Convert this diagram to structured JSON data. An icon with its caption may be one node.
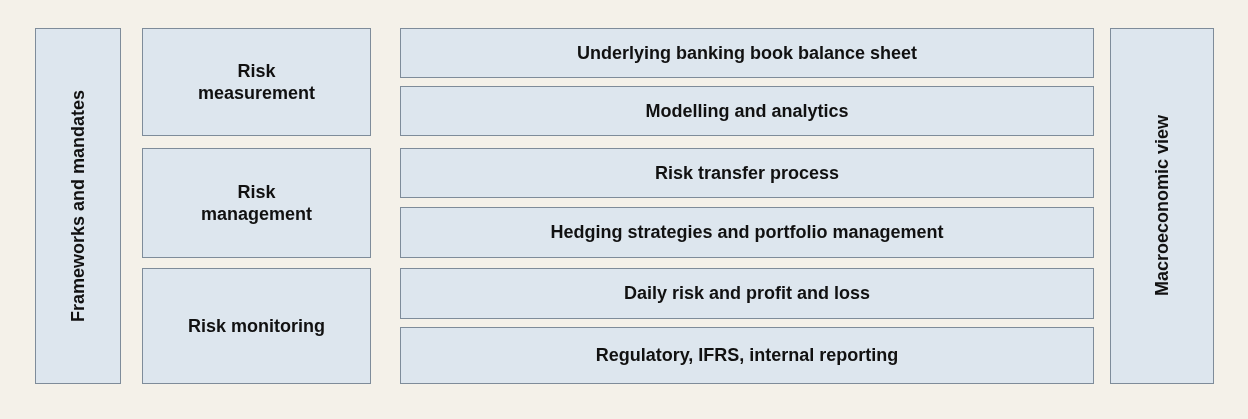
{
  "diagram": {
    "nodes": [
      {
        "text": [
          "Frameworks and mandates"
        ]
      },
      {
        "text": [
          "Risk measurement"
        ]
      },
      {
        "text": [
          "Underlying banking book balance sheet"
        ]
      },
      {
        "text": [
          "Modelling and analytics"
        ]
      },
      {
        "text": [
          "Risk management"
        ]
      },
      {
        "text": [
          "Risk transfer process"
        ]
      },
      {
        "text": [
          "Hedging strategies and portfolio management"
        ]
      },
      {
        "text": [
          "Risk monitoring"
        ]
      },
      {
        "text": [
          "Daily risk and profit and loss"
        ]
      },
      {
        "text": [
          "Regulatory, IFRS, internal reporting"
        ]
      },
      {
        "text": [
          "Macroeconomic view"
        ]
      }
    ],
    "edges": []
  }
}
